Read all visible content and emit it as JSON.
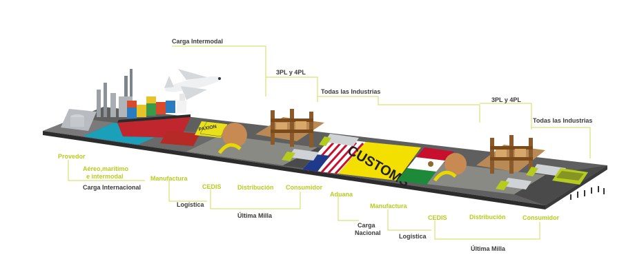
{
  "labels": {
    "carga_intermodal": "Carga Intermodal",
    "tpl_1": "3PL y 4PL",
    "todas_1": "Todas las Industrias",
    "tpl_2": "3PL y 4PL",
    "todas_2": "Todas las Industrias",
    "provedor": "Provedor",
    "aereo_1": "Aéreo,marítimo",
    "aereo_2": "e intermodal",
    "manufactura_1": "Manufactura",
    "carga_internacional": "Carga Internacional",
    "cedis_1": "CEDIS",
    "distribucion_1": "Distribución",
    "consumidor_1": "Consumidor",
    "logistica_1": "Logística",
    "aduana": "Aduana",
    "ultima_milla_1": "Última Milla",
    "manufactura_2": "Manufactura",
    "carga_nacional_1": "Carga",
    "carga_nacional_2": "Nacional",
    "cedis_2": "CEDIS",
    "distribucion_2": "Distribución",
    "consumidor_2": "Consumidor",
    "logistica_2": "Logística",
    "ultima_milla_2": "Última Milla"
  },
  "scene": {
    "customs_text": "CUSTOMS",
    "train_text": "PAXION"
  },
  "colors": {
    "accent_green": "#b7cc1c",
    "leader_line": "#cfdc5a",
    "dark_text": "#3a3a3a",
    "ground": "#6b6b6b",
    "water": "#1aa0b8"
  }
}
